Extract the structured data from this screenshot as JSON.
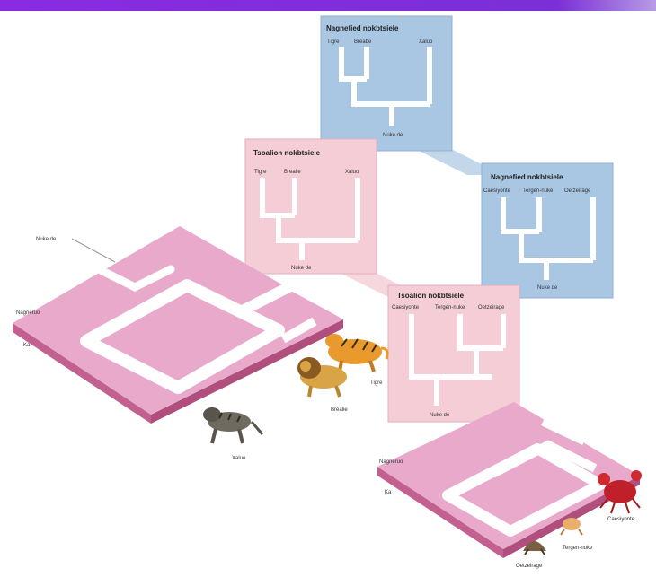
{
  "colors": {
    "top_bar": "#8a2be2",
    "blue_card": "#a9c6e3",
    "pink_card": "#f4cdd6",
    "board_pink": "#e8a9cb",
    "board_side": "#c2608f",
    "path_white": "#ffffff"
  },
  "top_card": {
    "title": "Nagnefied nokbtsiele",
    "leaves": [
      "Tigre",
      "Breabe",
      "Xaluo"
    ],
    "root": "Nuke de"
  },
  "pink_card_left": {
    "title": "Tsoalion nokbtsiele",
    "leaves": [
      "Tigre",
      "Brealie",
      "Xaluo"
    ],
    "root": "Nuke de"
  },
  "blue_card_right": {
    "title": "Nagnefied nokbtsiele",
    "leaves": [
      "Caesiyonte",
      "Tergen-nuke",
      "Oetzeirage"
    ],
    "root": "Nuke de"
  },
  "pink_card_right": {
    "title": "Tsoalion nokbtsiele",
    "leaves": [
      "Caesiyonte",
      "Tergen-nuke",
      "Oetzeirage"
    ],
    "root": "Nuke de"
  },
  "board_left": {
    "root_label": "Nuke de",
    "side_label_1": "Nagneruo",
    "side_label_2": "Ka",
    "animals": [
      "Tigre",
      "Brealie",
      "Xaluo"
    ]
  },
  "board_right": {
    "side_label_1": "Nagneruo",
    "side_label_2": "Ka",
    "animals": [
      "Caesiyonte",
      "Tergen-nuke",
      "Oetzeirage"
    ]
  }
}
